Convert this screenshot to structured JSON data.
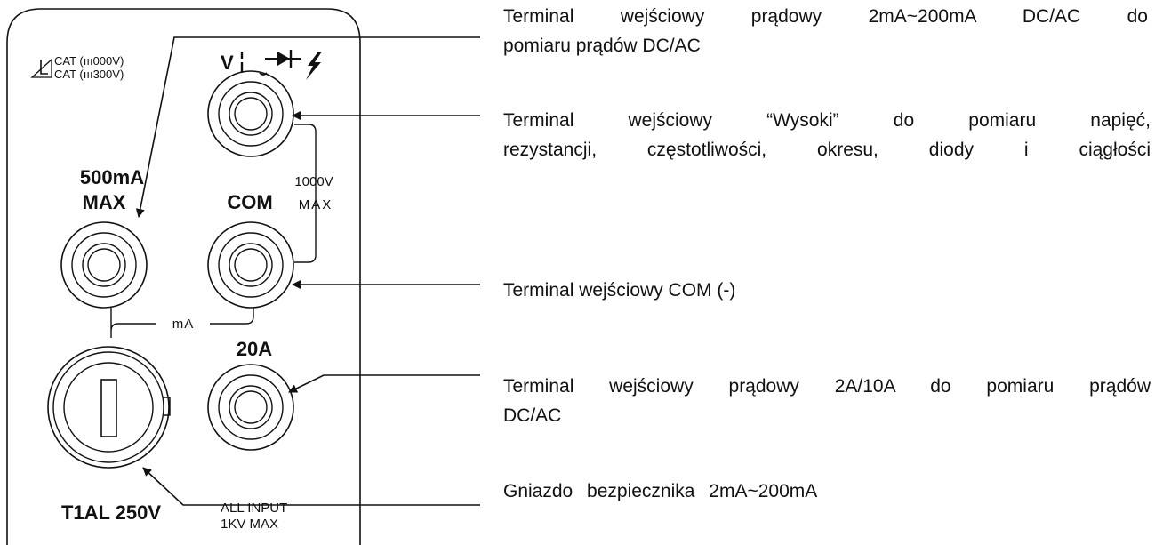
{
  "panel": {
    "cat_rating_1": "CAT  (ııı000V)",
    "cat_rating_2": "CAT  (ııı300V)",
    "v_label": "V",
    "limit_500ma_line1": "500mA",
    "limit_500ma_line2": "MAX",
    "com_label": "COM",
    "limit_1000v_line1": "1000V",
    "limit_1000v_line2": "MAX",
    "ma_label": "mA",
    "label_20a": "20A",
    "fuse_rating": "T1AL  250V",
    "all_input_line1": "ALL INPUT",
    "all_input_line2": "1KV MAX"
  },
  "descriptions": [
    {
      "line1": "Terminal wejściowy prądowy 2mA~200mA DC/AC do",
      "line2": "pomiaru prądów DC/AC"
    },
    {
      "line1": "Terminal wejściowy “Wysoki” do pomiaru napięć,",
      "line2": "rezystancji, częstotliwości, okresu, diody i ciągłości"
    },
    {
      "line1": "Terminal wejściowy COM (-)"
    },
    {
      "line1": "Terminal wejściowy prądowy 2A/10A do pomiaru prądów",
      "line2": "DC/AC"
    },
    {
      "line1": "Gniazdo bezpiecznika 2mA~200mA"
    }
  ],
  "colors": {
    "ink": "#111111",
    "background": "#ffffff"
  }
}
